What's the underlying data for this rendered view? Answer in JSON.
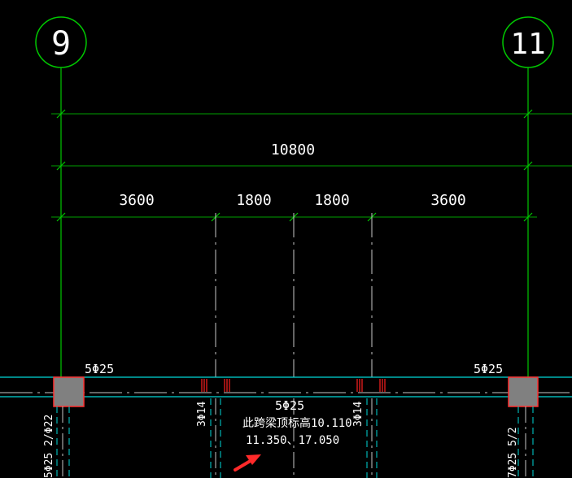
{
  "colors": {
    "background": "#000000",
    "grid_line": "#00c800",
    "dimension_line": "#00a000",
    "text": "#ffffff",
    "beam_edge": "#00d8d8",
    "column_fill": "#808080",
    "column_edge": "#ff3030",
    "stirrup_marks": "#ff2020",
    "arrow": "#ff2a2a"
  },
  "axes": {
    "left_label": "9",
    "right_label": "11"
  },
  "dimensions": {
    "total": "10800",
    "segments": [
      "3600",
      "1800",
      "1800",
      "3600"
    ]
  },
  "beam": {
    "top_rebar_left": "5Φ25",
    "top_rebar_right": "5Φ25",
    "mid_rebar": "5Φ25",
    "left_side_rebar": "3Φ14",
    "right_side_rebar": "3Φ14",
    "left_bottom_rebar": "5Φ25 2/Φ22",
    "right_bottom_rebar": "7Φ25 5/2",
    "note_line1": "此跨梁顶标高10.110",
    "note_line2": "11.350、17.050"
  }
}
